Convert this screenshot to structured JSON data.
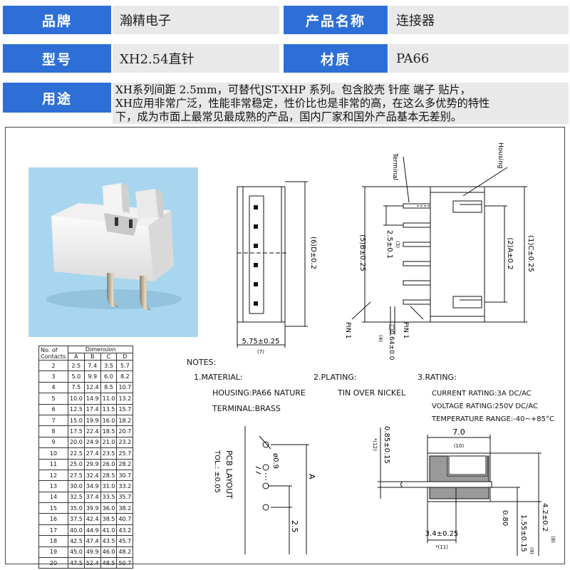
{
  "spec": {
    "brand_label": "品牌",
    "brand_value": "瀚精电子",
    "name_label": "产品名称",
    "name_value": "连接器",
    "model_label": "型号",
    "model_value": "XH2.54直针",
    "material_label": "材质",
    "material_value": "PA66",
    "usage_label": "用途",
    "usage_lines": [
      "XH系列间距 2.5mm，可替代JST-XHP 系列。包含胶壳 针座 端子 贴片，",
      "XH应用非常广泛，性能非常稳定，性价比也是非常的高，在这么多优势的特性",
      "下，成为市面上最常见最成熟的产品，国内厂家和国外产品基本无差别。"
    ]
  },
  "table": {
    "header_contacts": [
      "No. of",
      "Contacts"
    ],
    "header_dimension": "Dimension",
    "columns": [
      "A",
      "B",
      "C",
      "D"
    ],
    "rows": [
      [
        "2",
        "2.5",
        "7.4",
        "3.5",
        "5.7"
      ],
      [
        "3",
        "5.0",
        "9.9",
        "6.0",
        "8.2"
      ],
      [
        "4",
        "7.5",
        "12.4",
        "8.5",
        "10.7"
      ],
      [
        "5",
        "10.0",
        "14.9",
        "11.0",
        "13.2"
      ],
      [
        "6",
        "12.5",
        "17.4",
        "13.5",
        "15.7"
      ],
      [
        "7",
        "15.0",
        "19.9",
        "16.0",
        "18.2"
      ],
      [
        "8",
        "17.5",
        "22.4",
        "18.5",
        "20.7"
      ],
      [
        "9",
        "20.0",
        "24.9",
        "21.0",
        "23.2"
      ],
      [
        "10",
        "22.5",
        "27.4",
        "23.5",
        "25.7"
      ],
      [
        "11",
        "25.0",
        "29.9",
        "26.0",
        "28.2"
      ],
      [
        "12",
        "27.5",
        "32.4",
        "28.5",
        "30.7"
      ],
      [
        "13",
        "30.0",
        "34.9",
        "31.0",
        "33.2"
      ],
      [
        "14",
        "32.5",
        "37.4",
        "33.5",
        "35.7"
      ],
      [
        "15",
        "35.0",
        "39.9",
        "36.0",
        "38.2"
      ],
      [
        "16",
        "37.5",
        "42.4",
        "38.5",
        "40.7"
      ],
      [
        "17",
        "40.0",
        "44.9",
        "41.0",
        "43.2"
      ],
      [
        "18",
        "42.5",
        "47.4",
        "43.5",
        "45.7"
      ],
      [
        "19",
        "45.0",
        "49.9",
        "46.0",
        "48.2"
      ],
      [
        "20",
        "47.5",
        "52.4",
        "48.5",
        "50.7"
      ]
    ]
  },
  "drawing": {
    "dim_d": "(6)D±0.2",
    "dim_b": "(5)B±0.25",
    "dim_pitch": "2.5±0.1",
    "dim_pitch_ref": "(3)",
    "dim_a": "(2)A±0.2",
    "dim_c": "(1)C±0.25",
    "dim_width": "5.75±0.25",
    "dim_width_ref": "(7)",
    "dim_pin": "□0.64±0.0",
    "dim_pin_ref": "(4)",
    "label_terminal": "Terminal",
    "label_housing": "Housing",
    "label_pin1_a": "PIN 1",
    "label_pin1_b": "PIN 1",
    "notes_title": "NOTES:",
    "n1_title": "1.MATERIAL:",
    "n1_housing": "HOUSING:PA66  NATURE",
    "n1_terminal": "TERMINAL:BRASS",
    "n2_title": "2.PLATING:",
    "n2_value": "TIN  OVER  NICKEL",
    "n3_title": "3.RATING:",
    "n3_current": "CURRENT  RATING:3A  DC/AC",
    "n3_voltage": "VOLTAGE  RATING:250V  DC/AC",
    "n3_temp": "TEMPERATURE  RANGE:-40~+85°C",
    "pcb_title": "PCB  LAYOUT",
    "pcb_tol": "TOL.:  ±0.05",
    "pcb_hole": "ø0.9",
    "pcb_a": "A",
    "pcb_pitch": "2.5",
    "side_width": "7.0",
    "side_width_ref": "(10)",
    "side_085": "0.85±0.15",
    "side_085_ref": "*(12)",
    "side_34": "3.4±0.25",
    "side_34_ref": "*(11)",
    "side_080": "0.80",
    "side_155": "1.55±0.15",
    "side_155_ref": "(9)",
    "side_42": "4.2±0.2",
    "side_42_ref": "(8)"
  }
}
